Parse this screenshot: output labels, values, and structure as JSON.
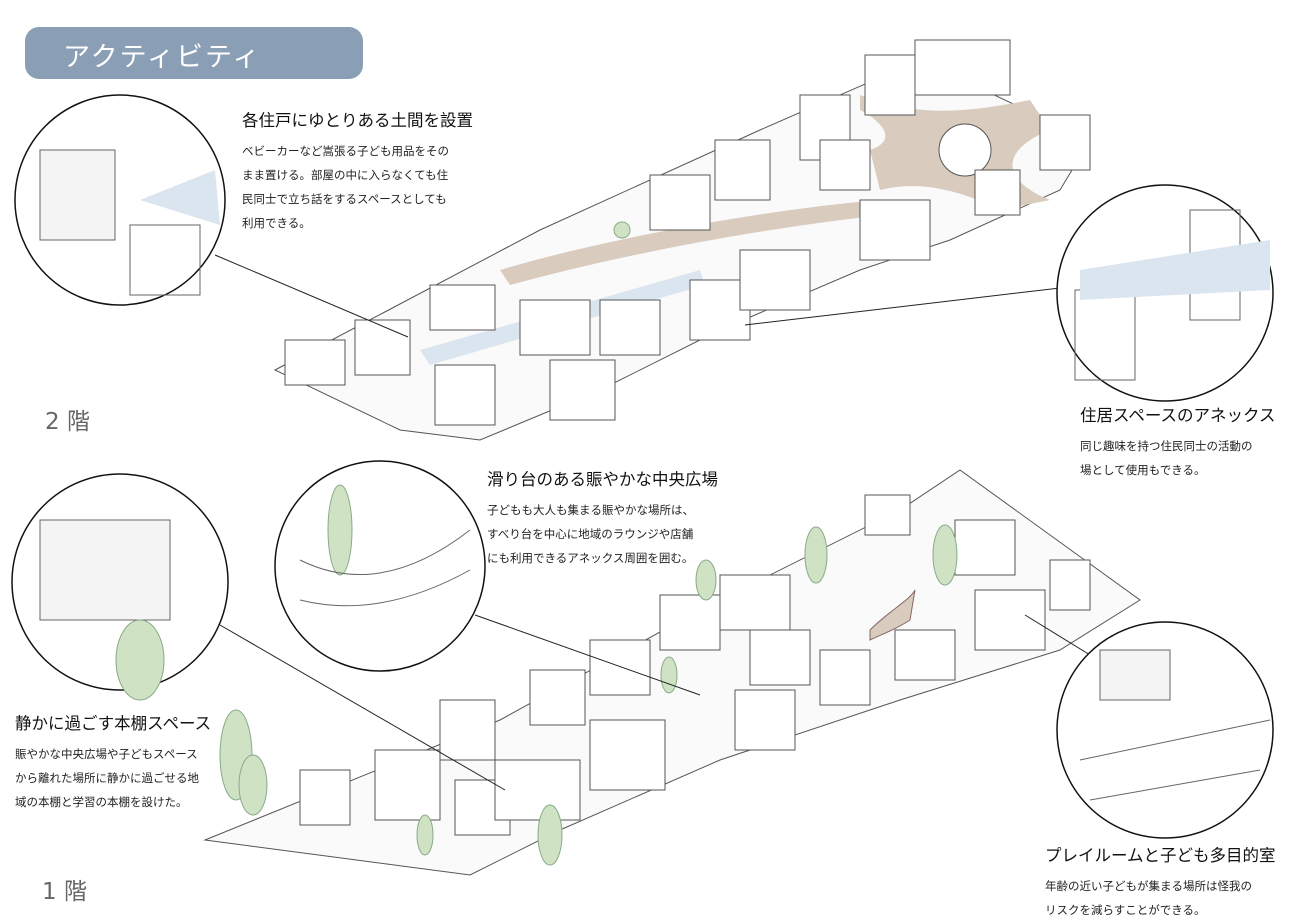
{
  "header": {
    "title": "アクティビティ",
    "accent_color": "#8a9fb5"
  },
  "floors": {
    "second": "2 階",
    "first": "1 階"
  },
  "notes": [
    {
      "title": "各住戸にゆとりある土間を設置",
      "lines": [
        "ベビーカーなど嵩張る子ども用品をその",
        "まま置ける。部屋の中に入らなくても住",
        "民同士で立ち話をするスペースとしても",
        "利用できる。"
      ]
    },
    {
      "title": "住居スペースのアネックス",
      "lines": [
        "同じ趣味を持つ住民同士の活動の",
        "場として使用もできる。"
      ]
    },
    {
      "title": "滑り台のある賑やかな中央広場",
      "lines": [
        "子どもも大人も集まる賑やかな場所は、",
        "すべり台を中心に地域のラウンジや店舗",
        "にも利用できるアネックス周囲を囲む。"
      ]
    },
    {
      "title": "静かに過ごす本棚スペース",
      "lines": [
        "賑やかな中央広場や子どもスペース",
        "から離れた場所に静かに過ごせる地",
        "域の本棚と学習の本棚を設けた。"
      ]
    },
    {
      "title": "プレイルームと子ども多目的室",
      "lines": [
        "年齢の近い子どもが集まる場所は怪我の",
        "リスクを減らすことができる。"
      ]
    }
  ],
  "colors": {
    "path": "#d9cbbd",
    "tree": "#cfe3c4",
    "floor_blue": "#dbe5ef",
    "line": "#555555"
  }
}
